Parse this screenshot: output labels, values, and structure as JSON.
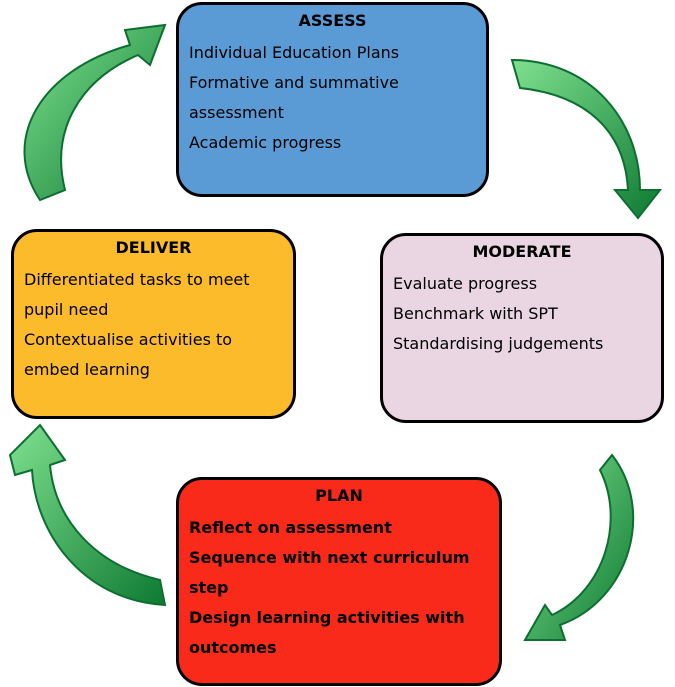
{
  "colors": {
    "assess": "#5b9bd5",
    "deliver": "#fbbb2a",
    "moderate": "#ead6e2",
    "plan": "#fa2a1a",
    "arrow_fill": "#19a94c",
    "arrow_dark": "#0d6e31"
  },
  "assess": {
    "title": "ASSESS",
    "items": [
      "Individual Education Plans",
      "Formative and summative",
      "assessment",
      "Academic progress"
    ]
  },
  "deliver": {
    "title": "DELIVER",
    "items": [
      "Differentiated tasks to meet",
      "pupil need",
      "Contextualise activities to",
      "embed learning"
    ]
  },
  "moderate": {
    "title": "MODERATE",
    "items": [
      "Evaluate progress",
      "Benchmark with SPT",
      "Standardising judgements"
    ]
  },
  "plan": {
    "title": "PLAN",
    "items": [
      "Reflect on assessment",
      "Sequence with next curriculum step",
      "Design learning activities with",
      "outcomes"
    ]
  }
}
